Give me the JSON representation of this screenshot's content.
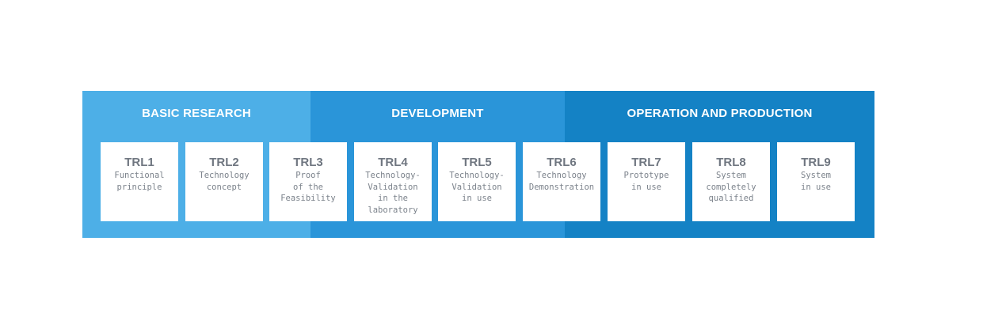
{
  "phases": [
    {
      "label": "BASIC RESEARCH",
      "color": "#4dafe7"
    },
    {
      "label": "DEVELOPMENT",
      "color": "#2a95d9"
    },
    {
      "label": "OPERATION AND PRODUCTION",
      "color": "#1482c5"
    }
  ],
  "levels": [
    {
      "title": "TRL1",
      "desc": "Functional\nprinciple"
    },
    {
      "title": "TRL2",
      "desc": "Technology\nconcept"
    },
    {
      "title": "TRL3",
      "desc": "Proof\nof the\nFeasibility"
    },
    {
      "title": "TRL4",
      "desc": "Technology-\nValidation\nin the\nlaboratory"
    },
    {
      "title": "TRL5",
      "desc": "Technology-\nValidation\nin use"
    },
    {
      "title": "TRL6",
      "desc": "Technology\nDemonstration"
    },
    {
      "title": "TRL7",
      "desc": "Prototype\nin use"
    },
    {
      "title": "TRL8",
      "desc": "System\ncompletely\nqualified"
    },
    {
      "title": "TRL9",
      "desc": "System\nin use"
    }
  ]
}
